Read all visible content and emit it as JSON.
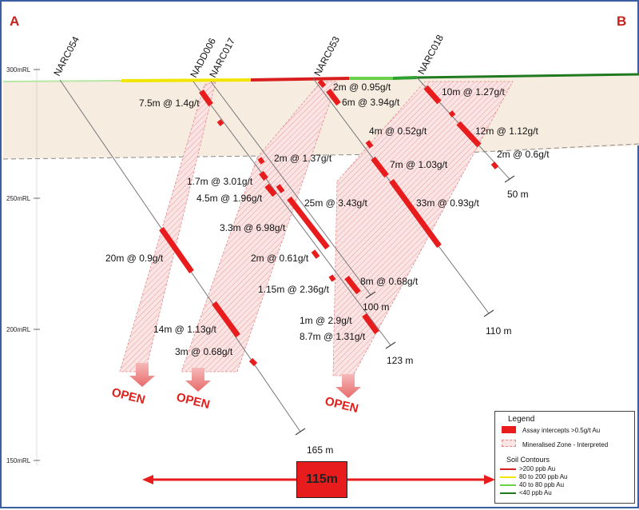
{
  "section": {
    "left_end": "A",
    "right_end": "B"
  },
  "rl_labels": [
    "300mRL",
    "250mRL",
    "200mRL",
    "150mRL"
  ],
  "holes": [
    {
      "name": "NARC054",
      "depth": "165 m"
    },
    {
      "name": "NADD006",
      "depth": "123 m"
    },
    {
      "name": "NARC017",
      "depth": "100 m"
    },
    {
      "name": "NARC053",
      "depth": "110 m"
    },
    {
      "name": "NARC018",
      "depth": "50 m"
    }
  ],
  "intercepts": [
    "7.5m @ 1.4g/t",
    "2m @ 0.95g/t",
    "6m @ 3.94g/t",
    "10m @ 1.27g/t",
    "4m @ 0.52g/t",
    "12m @ 1.12g/t",
    "2m @ 0.6g/t",
    "2m @ 1.37g/t",
    "7m @ 1.03g/t",
    "1.7m @ 3.01g/t",
    "4.5m @ 1.96g/t",
    "25m @ 3.43g/t",
    "33m @ 0.93g/t",
    "3.3m @ 6.98g/t",
    "20m @ 0.9g/t",
    "2m @ 0.61g/t",
    "8m @ 0.68g/t",
    "1.15m @ 2.36g/t",
    "1m @ 2.9g/t",
    "14m @ 1.13g/t",
    "8.7m @ 1.31g/t",
    "3m @ 0.68g/t"
  ],
  "open_label": "OPEN",
  "scale_bar": "115m",
  "legend": {
    "title": "Legend",
    "assay": "Assay intercepts >0.5g/t Au",
    "zone": "Mineralised Zone - Interpreted",
    "soil_title": "Soil Contours",
    "soil": [
      {
        "label": ">200 ppb Au",
        "color": "#d81e1e"
      },
      {
        "label": "80 to 200 ppb Au",
        "color": "#f2e600"
      },
      {
        "label": "40 to 80 ppb Au",
        "color": "#6ad24a"
      },
      {
        "label": "<40 ppb Au",
        "color": "#1f7a1f"
      }
    ]
  },
  "colors": {
    "intercept": "#e81c1c",
    "zone_fill": "#f4c6c6",
    "oxide_band": "#f7ece0",
    "accent": "#c8201c"
  }
}
